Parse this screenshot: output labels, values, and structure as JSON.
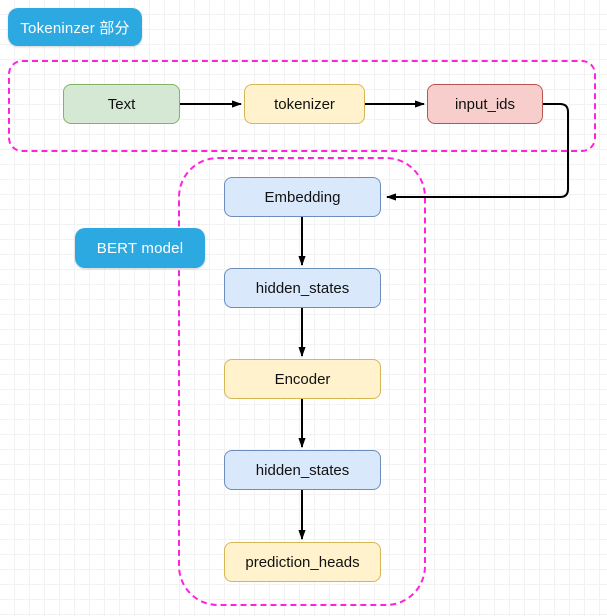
{
  "diagram": {
    "title_chip_tokenizer": "Tokeninzer 部分",
    "title_chip_bert": "BERT model",
    "colors": {
      "chip_blue": "#2CA9E1",
      "group_border_magenta": "#ff22dd",
      "green_fill": "#d5e8d4",
      "green_stroke": "#82b366",
      "yellow_fill": "#fff2cc",
      "yellow_stroke": "#d6b656",
      "red_fill": "#f8cecc",
      "red_stroke": "#b85450",
      "blue_fill": "#dae8fc",
      "blue_stroke": "#6c8ebf",
      "arrow_black": "#000000",
      "grid_line": "#e4e4e4",
      "background": "#ffffff"
    },
    "groups": [
      {
        "name": "tokenizer-group",
        "label": "Tokeninzer 部分"
      },
      {
        "name": "bert-group",
        "label": "BERT model"
      }
    ],
    "nodes": [
      {
        "id": "text",
        "label": "Text",
        "color": "green"
      },
      {
        "id": "tokenizer",
        "label": "tokenizer",
        "color": "yellow"
      },
      {
        "id": "input_ids",
        "label": "input_ids",
        "color": "red"
      },
      {
        "id": "embedding",
        "label": "Embedding",
        "color": "blue"
      },
      {
        "id": "hidden_states_1",
        "label": "hidden_states",
        "color": "blue"
      },
      {
        "id": "encoder",
        "label": "Encoder",
        "color": "yellow"
      },
      {
        "id": "hidden_states_2",
        "label": "hidden_states",
        "color": "blue"
      },
      {
        "id": "prediction_heads",
        "label": "prediction_heads",
        "color": "yellow"
      }
    ],
    "edges": [
      {
        "from": "text",
        "to": "tokenizer",
        "style": "straight-right"
      },
      {
        "from": "tokenizer",
        "to": "input_ids",
        "style": "straight-right"
      },
      {
        "from": "input_ids",
        "to": "embedding",
        "style": "orthogonal-wrap"
      },
      {
        "from": "embedding",
        "to": "hidden_states_1",
        "style": "straight-down"
      },
      {
        "from": "hidden_states_1",
        "to": "encoder",
        "style": "straight-down"
      },
      {
        "from": "encoder",
        "to": "hidden_states_2",
        "style": "straight-down"
      },
      {
        "from": "hidden_states_2",
        "to": "prediction_heads",
        "style": "straight-down"
      }
    ]
  }
}
